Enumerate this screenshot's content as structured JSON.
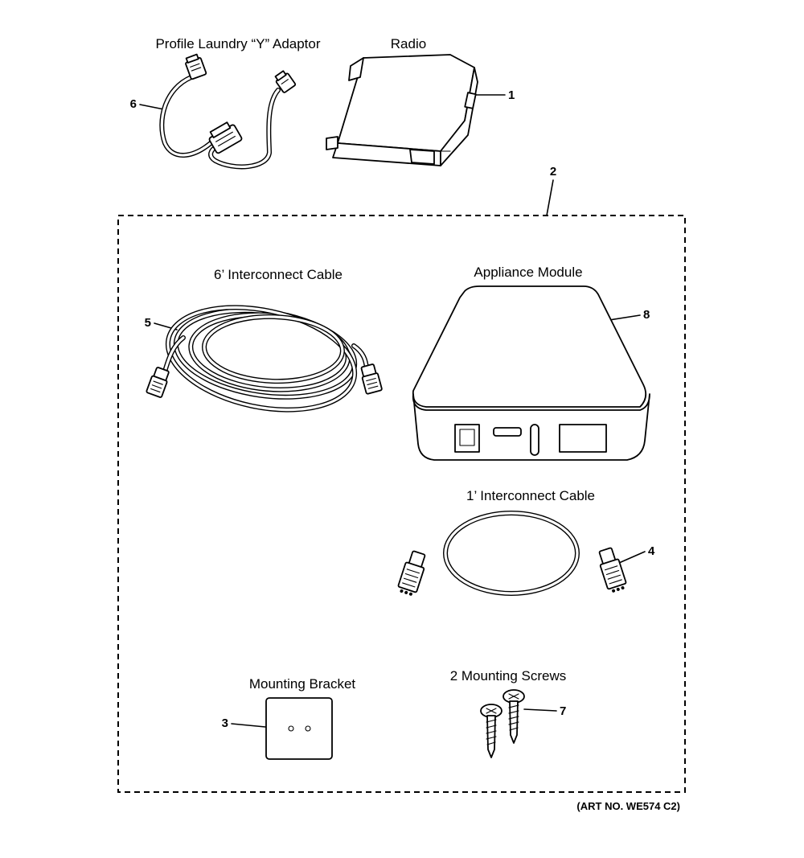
{
  "parts": {
    "y_adaptor": {
      "label": "Profile Laundry “Y” Adaptor",
      "number": "6"
    },
    "radio": {
      "label": "Radio",
      "number": "1"
    },
    "kit": {
      "number": "2"
    },
    "cable_6ft": {
      "label": "6’ Interconnect Cable",
      "number": "5"
    },
    "appliance_module": {
      "label": "Appliance Module",
      "number": "8"
    },
    "cable_1ft": {
      "label": "1’ Interconnect Cable",
      "number": "4"
    },
    "mounting_bracket": {
      "label": "Mounting Bracket",
      "number": "3"
    },
    "mounting_screws": {
      "label": "2 Mounting Screws",
      "number": "7"
    }
  },
  "art_number": "(ART NO. WE574 C2)"
}
